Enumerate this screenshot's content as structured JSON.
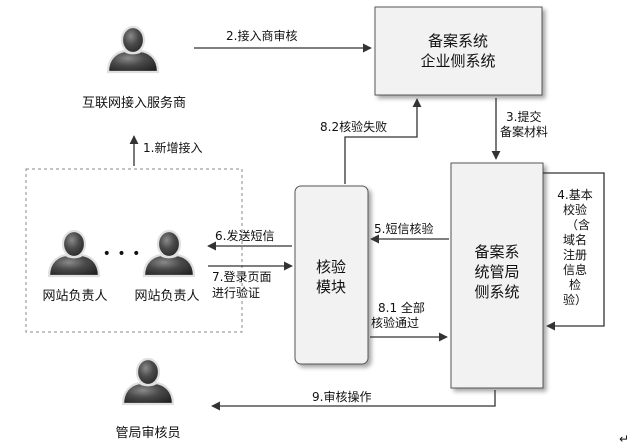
{
  "nodes": {
    "isp": {
      "label": "互联网接入服务商"
    },
    "enterprise_system": {
      "lines": [
        "备案系统",
        "企业侧系统"
      ]
    },
    "webmaster_a": {
      "label": "网站负责人"
    },
    "webmaster_b": {
      "label": "网站负责人"
    },
    "ellipsis": "• • •",
    "verify_module": {
      "lines": [
        "核验",
        "模块"
      ]
    },
    "bureau_system": {
      "lines": [
        "备案系",
        "统管局",
        "侧系统"
      ]
    },
    "admin": {
      "label": "管局审核员"
    }
  },
  "edges": {
    "e1": {
      "label": "1.新增接入"
    },
    "e2": {
      "label": "2.接入商审核"
    },
    "e3": {
      "lines": [
        "3.提交",
        "备案材料"
      ]
    },
    "e4": {
      "lines": [
        "4.基本",
        "校验",
        "（含",
        "域名",
        "注册",
        "信息",
        "检",
        "验）"
      ]
    },
    "e5": {
      "label": "5.短信核验"
    },
    "e6": {
      "label": "6.发送短信"
    },
    "e7": {
      "lines": [
        "7.登录页面",
        "进行验证"
      ]
    },
    "e81": {
      "lines": [
        "8.1 全部",
        "核验通过"
      ]
    },
    "e82": {
      "label": "8.2核验失败"
    },
    "e9": {
      "label": "9.审核操作"
    }
  },
  "corner_mark": "↵",
  "colors": {
    "line": "#333333",
    "box_fill": "#f2f2f2",
    "person_dark": "#3c3c3c",
    "person_light": "#e8e8e8"
  }
}
